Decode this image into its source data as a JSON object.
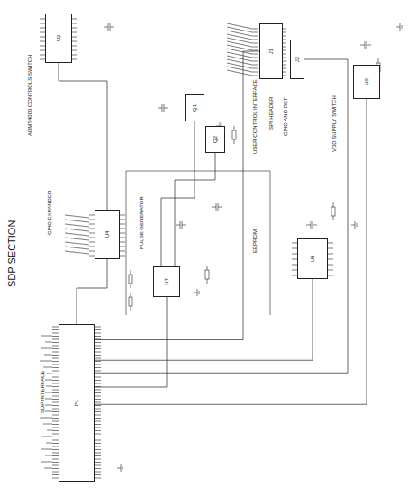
{
  "diagram": {
    "nodes": [
      {
        "text": [
          "P1"
        ]
      },
      {
        "text": [
          "U4"
        ]
      },
      {
        "text": [
          "U2"
        ]
      },
      {
        "text": [
          "U7"
        ]
      },
      {
        "text": [
          "Q1"
        ]
      },
      {
        "text": [
          "Q2"
        ]
      },
      {
        "text": [
          "U8"
        ]
      },
      {
        "text": [
          "J1"
        ]
      },
      {
        "text": [
          "J2"
        ]
      },
      {
        "text": [
          "U9"
        ]
      }
    ],
    "edges": [
      {
        "from": 0,
        "to": 1,
        "arrow": "none"
      },
      {
        "from": 0,
        "to": 6,
        "arrow": "none"
      },
      {
        "from": 0,
        "to": 3,
        "arrow": "none"
      },
      {
        "from": 3,
        "to": 4,
        "arrow": "none"
      },
      {
        "from": 3,
        "to": 5,
        "arrow": "none"
      },
      {
        "from": 1,
        "to": 2,
        "arrow": "none"
      },
      {
        "from": 0,
        "to": 7,
        "arrow": "none"
      },
      {
        "from": 0,
        "to": 9,
        "arrow": "none"
      },
      {
        "from": 0,
        "to": 8,
        "arrow": "none"
      }
    ],
    "labels": [
      "SDP SECTION",
      "SDP INTERFACE",
      "GPIO EXPANDER",
      "ADMT4000 CONTROLS SWITCH",
      "PULSE GENERATOR",
      "EEPROM",
      "USER CONTROL INTERFACE",
      "SPI HEADER",
      "GPIO AND RST",
      "VDD SUPPLY SWITCH"
    ]
  }
}
